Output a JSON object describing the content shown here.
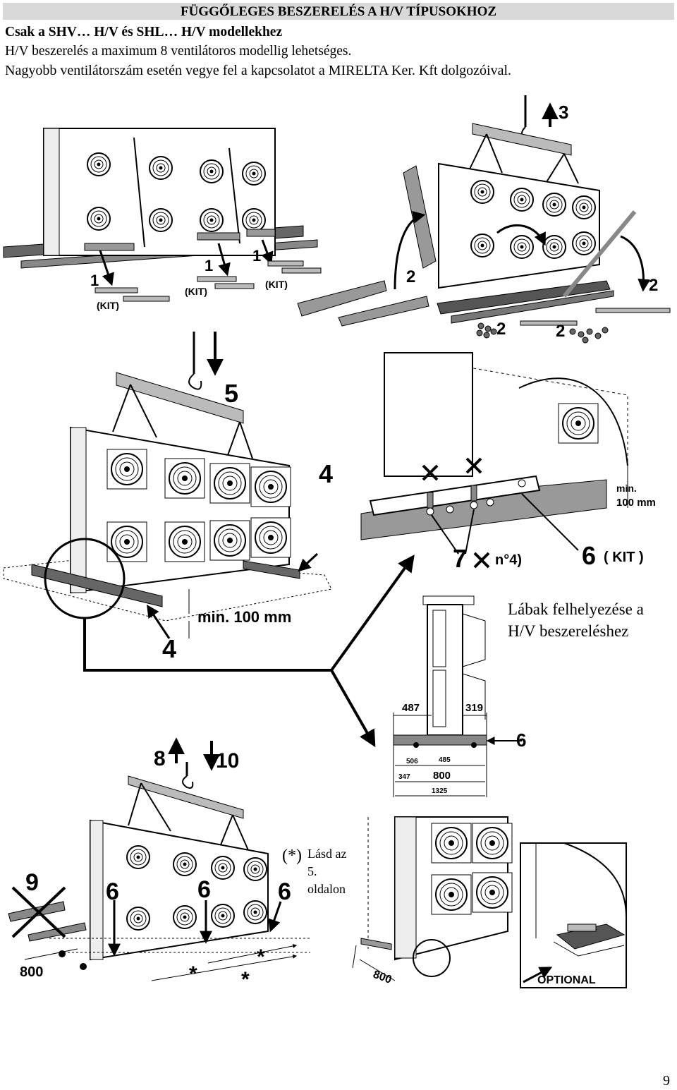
{
  "header": {
    "title": "FÜGGŐLEGES BESZERELÉS A H/V TÍPUSOKHOZ"
  },
  "intro": {
    "models": "Csak a  SHV…  H/V és SHL…  H/V modellekhez",
    "limit": "H/V beszerelés a maximum 8 ventilátoros modellig lehetséges.",
    "contact": "Nagyobb ventilátorszám esetén vegye fel a kapcsolatot a MIRELTA Ker. Kft dolgozóival."
  },
  "diagram": {
    "step_1": "1",
    "kit": "(KIT)",
    "step_2": "2",
    "step_3": "3",
    "step_4": "4",
    "step_5": "5",
    "step_6": "6",
    "step_6_kit": "( KIT )",
    "step_7": "7",
    "step_7_note": "n°4)",
    "step_8": "8",
    "step_9": "9",
    "step_10": "10",
    "min_distance": "min. 100 mm",
    "min_short": "min.",
    "min_value": "100 mm",
    "dim_800": "800",
    "star": "*",
    "optional": "OPTIONAL",
    "dims": {
      "d487": "487",
      "d319": "319",
      "d506": "506",
      "d485": "485",
      "d347": "347",
      "d800": "800",
      "d1325": "1325"
    }
  },
  "caption": {
    "line1": "Lábak felhelyezése a",
    "line2": "H/V beszereléshez"
  },
  "note": {
    "marker": "(*)",
    "line1": "Lásd az",
    "line2": "5.",
    "line3": "oldalon"
  },
  "page_number": "9"
}
